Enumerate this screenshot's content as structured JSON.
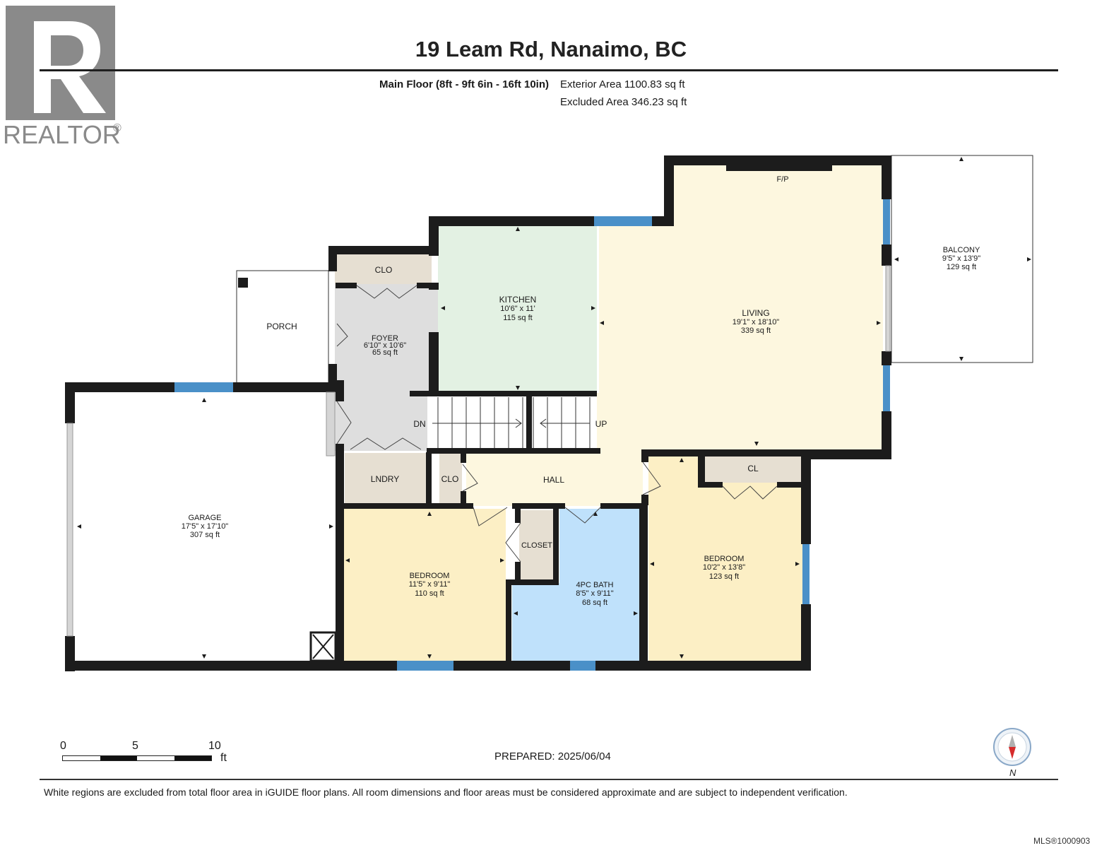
{
  "logo": {
    "text": "REALTOR",
    "mark": "®"
  },
  "header": {
    "title": "19 Leam Rd, Nanaimo, BC",
    "floor_label": "Main Floor (8ft - 9ft 6in - 16ft 10in)",
    "exterior_area": "Exterior Area 1100.83 sq ft",
    "excluded_area": "Excluded Area 346.23 sq ft"
  },
  "rooms": {
    "living": {
      "name": "LIVING",
      "dims": "19'1\" x 18'10\"",
      "area": "339 sq ft"
    },
    "kitchen": {
      "name": "KITCHEN",
      "dims": "10'6\" x 11'",
      "area": "115 sq ft"
    },
    "foyer": {
      "name": "FOYER",
      "dims": "6'10\" x 10'6\"",
      "area": "65 sq ft"
    },
    "balcony": {
      "name": "BALCONY",
      "dims": "9'5\" x 13'9\"",
      "area": "129 sq ft"
    },
    "garage": {
      "name": "GARAGE",
      "dims": "17'5\" x 17'10\"",
      "area": "307 sq ft"
    },
    "bedroom_left": {
      "name": "BEDROOM",
      "dims": "11'5\" x 9'11\"",
      "area": "110 sq ft"
    },
    "bath": {
      "name": "4PC BATH",
      "dims": "8'5\" x 9'11\"",
      "area": "68 sq ft"
    },
    "bedroom_right": {
      "name": "BEDROOM",
      "dims": "10'2\" x 13'8\"",
      "area": "123 sq ft"
    },
    "porch": {
      "name": "PORCH"
    },
    "clo_top": {
      "name": "CLO"
    },
    "clo_hall": {
      "name": "CLO"
    },
    "cl_right": {
      "name": "CL"
    },
    "closet": {
      "name": "CLOSET"
    },
    "laundry": {
      "name": "LNDRY"
    },
    "hall": {
      "name": "HALL"
    },
    "stairs_down": {
      "name": "DN"
    },
    "stairs_up": {
      "name": "UP"
    },
    "fireplace": {
      "name": "F/P"
    }
  },
  "scale": {
    "zero": "0",
    "five": "5",
    "ten": "10",
    "unit": "ft"
  },
  "compass": {
    "label": "N"
  },
  "prepared": "PREPARED: 2025/06/04",
  "disclaimer": "White regions are excluded from total floor area in iGUIDE floor plans. All room dimensions and floor areas must be considered approximate and are subject to independent verification.",
  "mls": "MLS®1000903",
  "colors": {
    "wall": "#1c1c1c",
    "window": "#4a90c8",
    "living": "#fdf7df",
    "kitchen": "#e3f1e3",
    "foyer": "#dedede",
    "garage": "#ffffff",
    "bedroom": "#fcefc5",
    "bath": "#bfe1fb",
    "closet": "#e6dfd2",
    "logo": "#8a8a8a"
  }
}
